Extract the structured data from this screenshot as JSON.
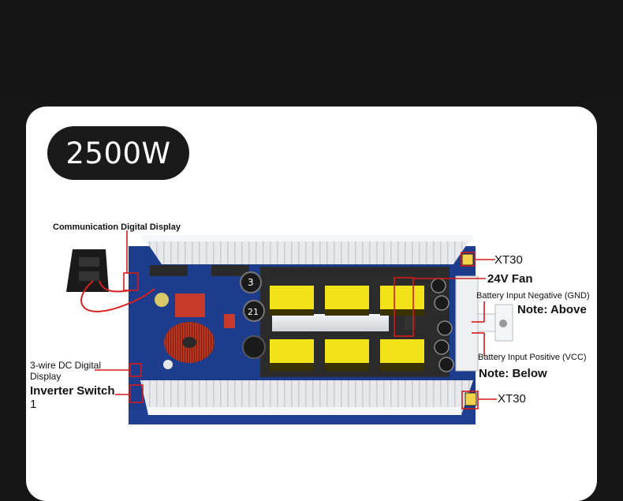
{
  "badge": {
    "text": "2500W"
  },
  "labels": {
    "communication_display": "Communication Digital Display",
    "xt30_top": "XT30",
    "fan": "24V Fan",
    "battery_negative": "Battery Input Negative (GND)",
    "note_above": "Note: Above",
    "battery_positive": "Battery Input Positive (VCC)",
    "note_below": "Note: Below",
    "three_wire_line1": "3-wire DC Digital",
    "three_wire_line2": "Display",
    "inverter_switch_line1": "Inverter Switch",
    "inverter_switch_line2": "1",
    "xt30_bottom": "XT30"
  },
  "component_marks": {
    "cap_a": "3",
    "cap_b": "21"
  },
  "colors": {
    "background": "#161616",
    "card": "#ffffff",
    "pcb_blue": "#1d3c8c",
    "heatsink": "#e9ebee",
    "annotation_red": "#d41a1a",
    "transformer_yellow": "#f2e21a",
    "inductor_copper": "#b8361f"
  }
}
